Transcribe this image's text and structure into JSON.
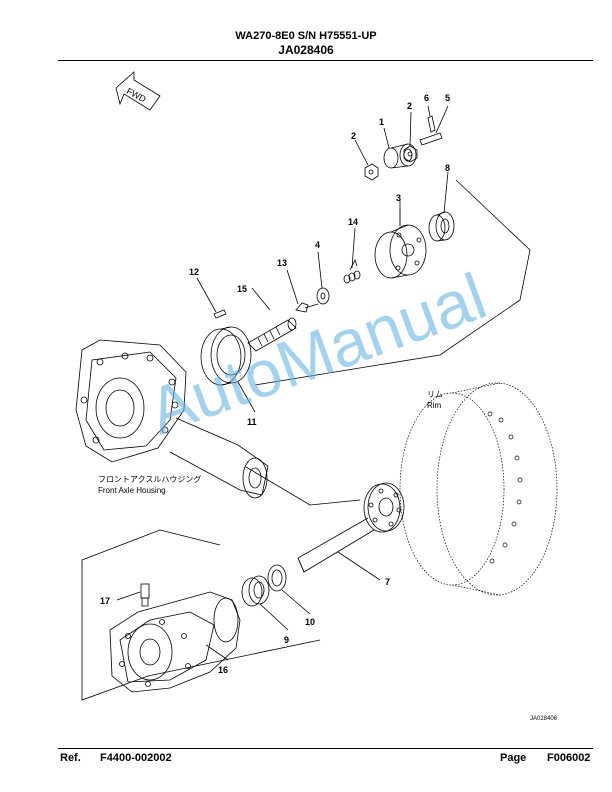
{
  "header": {
    "model_line": "WA270-8E0 S/N H75551-UP",
    "drawing_no": "JA028406"
  },
  "diagram": {
    "fwd_label": "FWD",
    "callouts": {
      "c1": "1",
      "c2a": "2",
      "c2b": "2",
      "c3": "3",
      "c4": "4",
      "c5": "5",
      "c6": "6",
      "c7": "7",
      "c8": "8",
      "c9": "9",
      "c10": "10",
      "c11": "11",
      "c12": "12",
      "c13": "13",
      "c14": "14",
      "c15": "15",
      "c16": "16",
      "c17": "17"
    },
    "rim_jp": "リム",
    "rim_en": "Rim",
    "housing_jp": "フロントアクスルハウジング",
    "housing_en": "Front Axle Housing",
    "sheet_code": "JA028406"
  },
  "watermark": "AutoManual",
  "footer": {
    "ref_label": "Ref.",
    "ref_value": "F4400-002002",
    "page_label": "Page",
    "page_value": "F006002"
  }
}
